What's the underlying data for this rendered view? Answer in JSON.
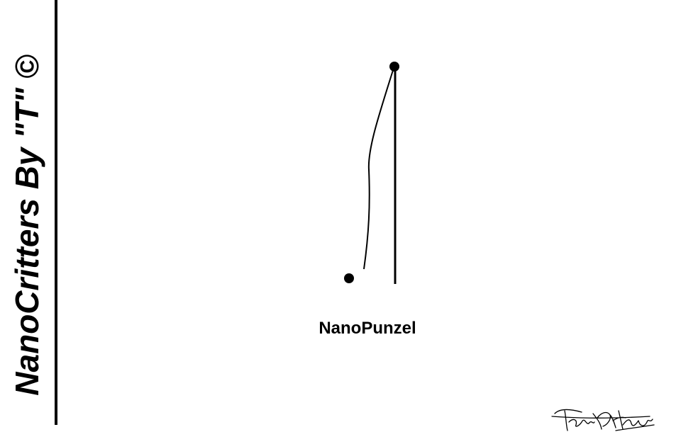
{
  "sidebar": {
    "title": "NanoCritters By \"T\" ©"
  },
  "illustration": {
    "caption": "NanoPunzel",
    "ink_color": "#000000"
  },
  "signature": {
    "text": "Terry A. Turley"
  }
}
